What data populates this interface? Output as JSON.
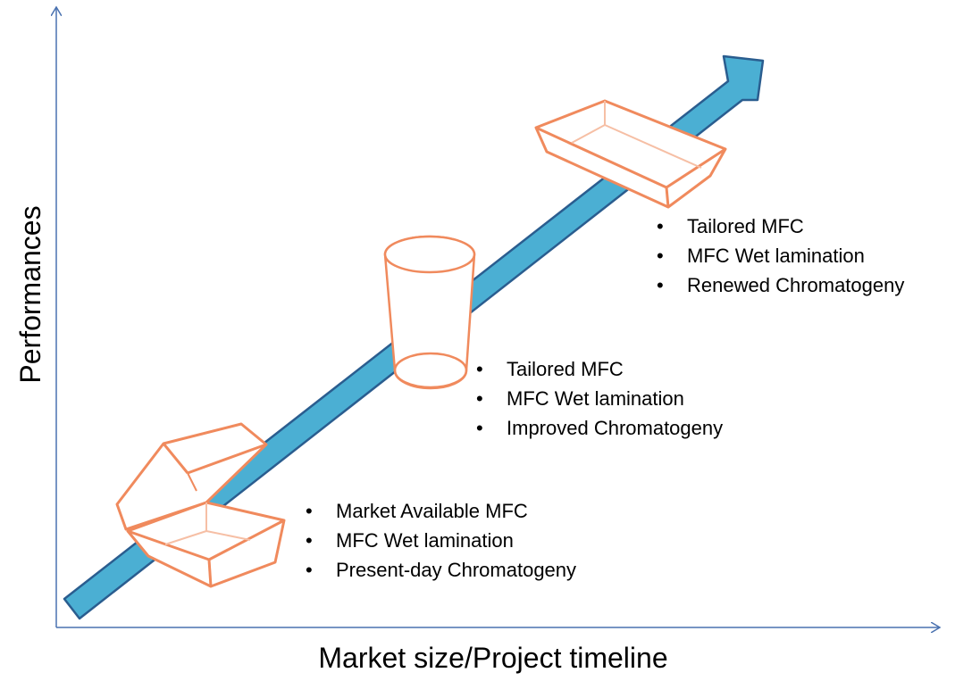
{
  "axes": {
    "x_label": "Market size/Project timeline",
    "y_label": "Performances"
  },
  "colors": {
    "axis": "#4a72b0",
    "arrow_fill": "#4bafd3",
    "arrow_stroke": "#2a5d8f",
    "package_stroke": "#f08a5d",
    "package_inner": "#f6bfa5"
  },
  "stages": [
    {
      "name": "clamshell-box",
      "icon": "clamshell-box-icon",
      "bullets": [
        "Market Available MFC",
        "MFC Wet lamination",
        "Present-day Chromatogeny"
      ]
    },
    {
      "name": "cup",
      "icon": "cup-icon",
      "bullets": [
        "Tailored MFC",
        "MFC Wet lamination",
        "Improved Chromatogeny"
      ]
    },
    {
      "name": "tray",
      "icon": "tray-icon",
      "bullets": [
        "Tailored MFC",
        "MFC Wet lamination",
        "Renewed Chromatogeny"
      ]
    }
  ]
}
